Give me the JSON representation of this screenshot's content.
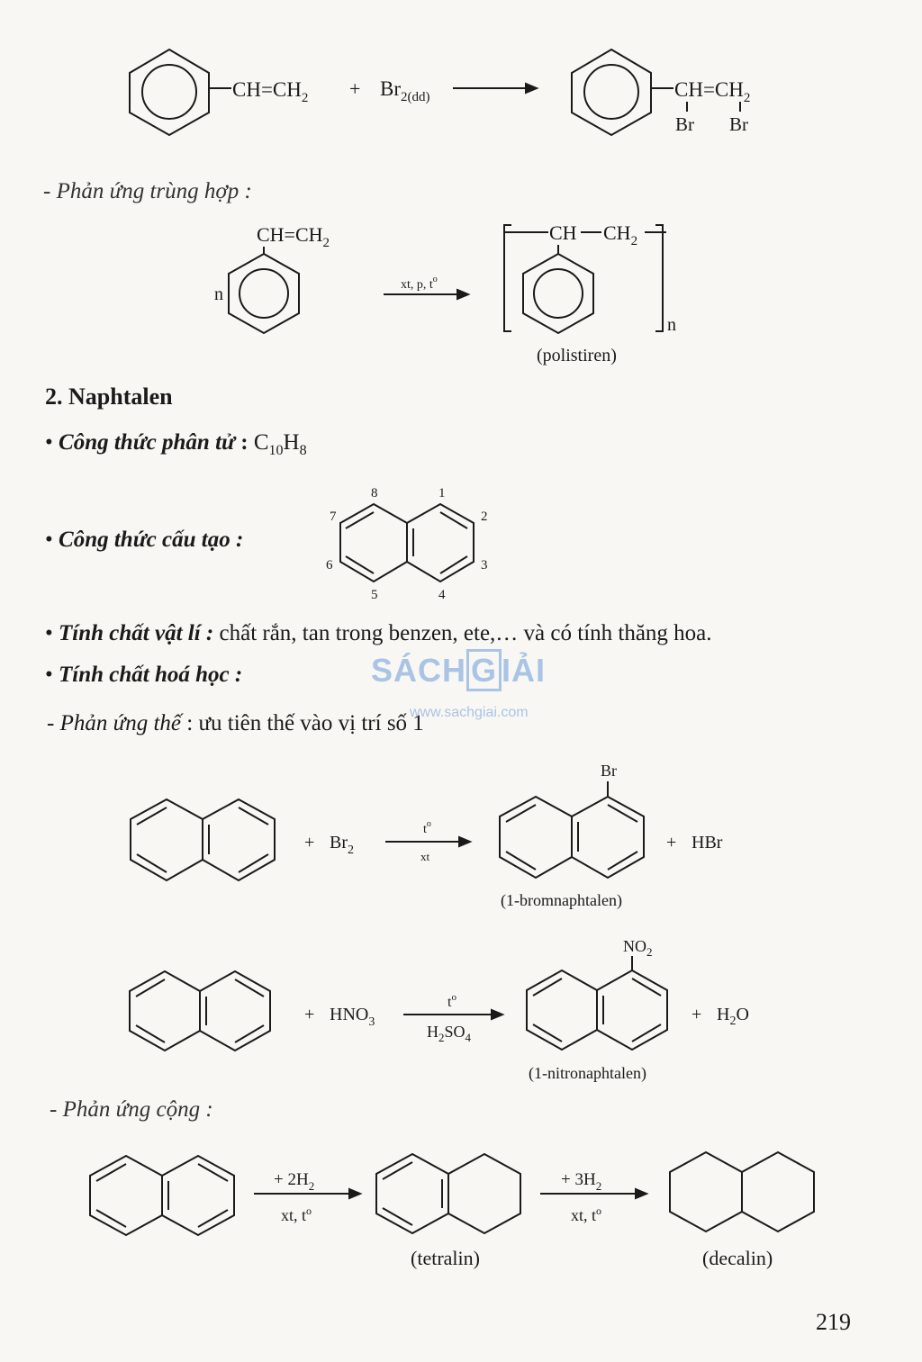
{
  "page_number": "219",
  "watermark": {
    "brand_left": "SÁCH",
    "brand_g": "G",
    "brand_right": "IẢI",
    "url": "www.sachgiai.com"
  },
  "styrene_br2": {
    "reactant_group": "CH=CH",
    "reactant_sub": "2",
    "plus": "+",
    "reagent": "Br",
    "reagent_sub": "2(dd)",
    "product_group": "CH=CH",
    "product_sub": "2",
    "product_br1": "Br",
    "product_br2": "Br"
  },
  "polymerization": {
    "heading": "- Phản ứng trùng hợp :",
    "monomer_group": "CH=CH",
    "monomer_sub": "2",
    "coefficient": "n",
    "conditions": "xt, p, t",
    "conditions_sup": "o",
    "polymer_group_a": "CH",
    "polymer_group_b": "CH",
    "polymer_sub": "2",
    "polymer_n": "n",
    "polymer_name": "(polistiren)"
  },
  "naphthalene": {
    "section_title": "2. Naphtalen",
    "formula_label": "Công thức phân tử",
    "formula_colon": " : ",
    "formula_c": "C",
    "formula_c_sub": "10",
    "formula_h": "H",
    "formula_h_sub": "8",
    "structure_label": "Công thức cấu tạo :",
    "positions": [
      "8",
      "1",
      "2",
      "3",
      "4",
      "5",
      "6",
      "7"
    ],
    "physical_label": "Tính chất vật lí :",
    "physical_text": " chất rắn, tan trong benzen, ete,… và có tính thăng hoa.",
    "chemical_label": "Tính chất hoá học :",
    "substitution_heading": "- Phản ứng thế",
    "substitution_text": " : ưu tiên thế vào vị trí số 1"
  },
  "bromination": {
    "plus1": "+",
    "reagent": "Br",
    "reagent_sub": "2",
    "cond_top": "t",
    "cond_top_sup": "o",
    "cond_bottom": "xt",
    "substituent": "Br",
    "plus2": "+",
    "byproduct": "HBr",
    "product_name": "(1-bromnaphtalen)"
  },
  "nitration": {
    "plus1": "+",
    "reagent": "HNO",
    "reagent_sub": "3",
    "cond_top": "t",
    "cond_top_sup": "o",
    "cond_bottom": "H",
    "cond_bottom_sub1": "2",
    "cond_bottom_mid": "SO",
    "cond_bottom_sub2": "4",
    "substituent": "NO",
    "substituent_sub": "2",
    "plus2": "+",
    "byproduct": "H",
    "byproduct_sub": "2",
    "byproduct_tail": "O",
    "product_name": "(1-nitronaphtalen)"
  },
  "addition": {
    "heading": "- Phản ứng cộng :",
    "step1_top": "+ 2H",
    "step1_top_sub": "2",
    "step1_bottom": "xt, t",
    "step1_bottom_sup": "o",
    "step2_top": "+ 3H",
    "step2_top_sub": "2",
    "step2_bottom": "xt, t",
    "step2_bottom_sup": "o",
    "product1": "(tetralin)",
    "product2": "(decalin)"
  }
}
